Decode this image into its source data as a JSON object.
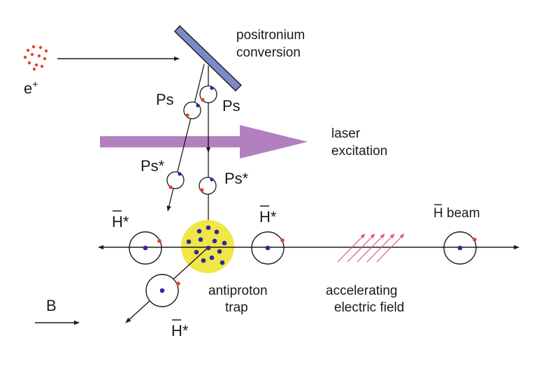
{
  "labels": {
    "positronium": "positronium",
    "conversion": "conversion",
    "positron_base": "e",
    "positron_sup": "+",
    "ps_left": "Ps",
    "ps_right": "Ps",
    "ps_star_left": "Ps*",
    "ps_star_right": "Ps*",
    "laser": "laser",
    "excitation": "excitation",
    "hbar_star_left": "H*",
    "hbar_star_mid": "H*",
    "hbar_star_bottom": "H*",
    "hbar_beam": "H beam",
    "antiproton": "antiproton",
    "trap": "trap",
    "accelerating": "accelerating",
    "electric_field": "electric field",
    "b_field": "B"
  },
  "colors": {
    "line": "#1a1a1a",
    "positron": "#e8412c",
    "antiproton": "#2b2b9e",
    "target": "#7f88c8",
    "laser": "#b27fbf",
    "trap_fill": "#f0e647",
    "field": "#e0508f"
  }
}
